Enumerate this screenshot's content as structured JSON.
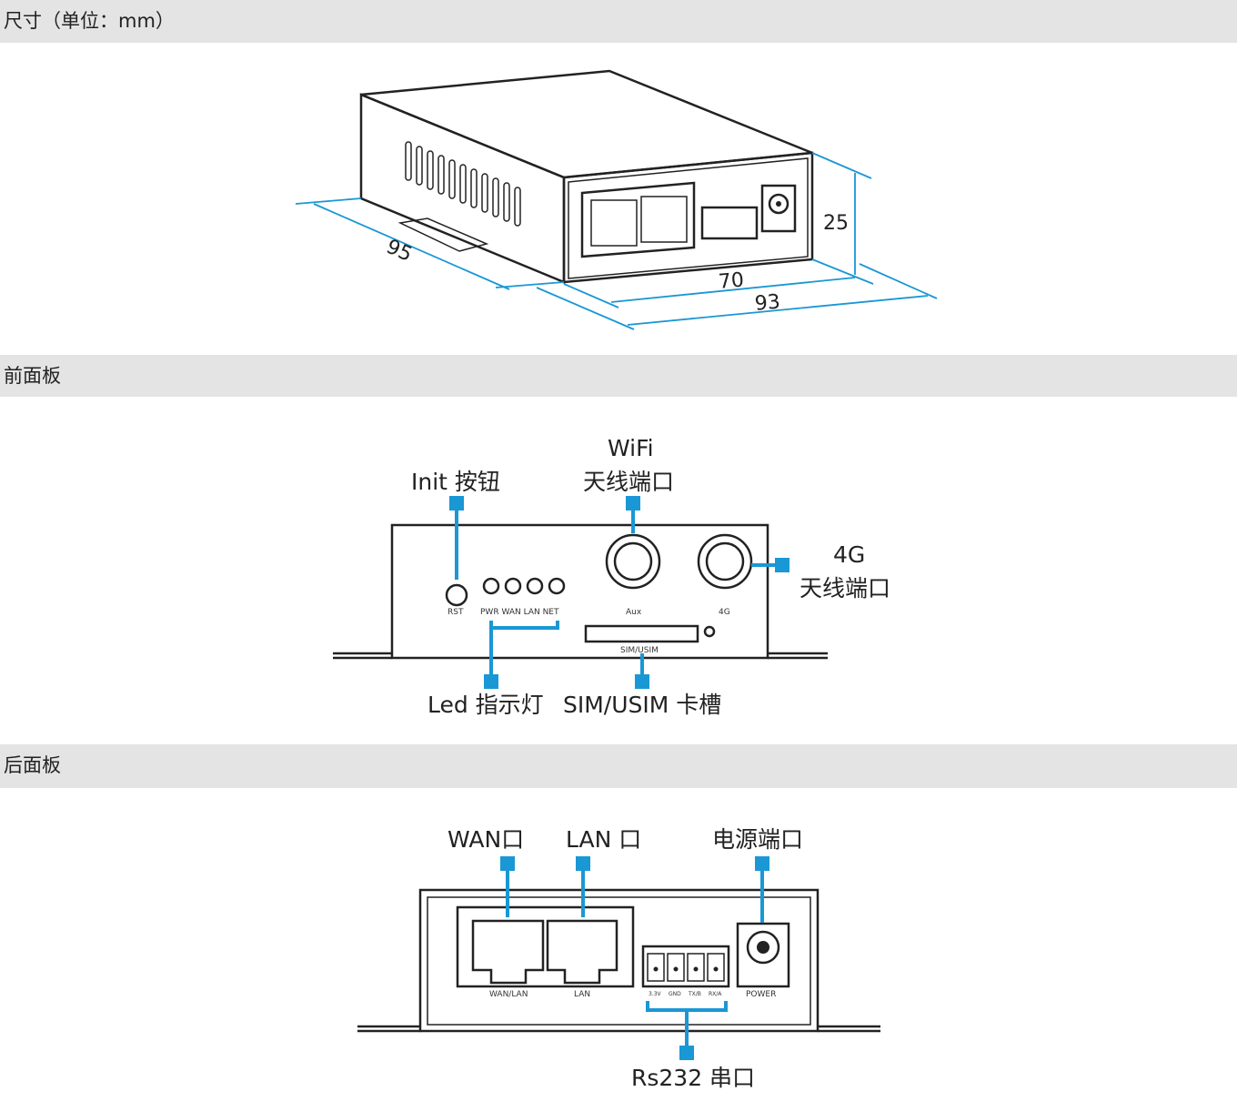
{
  "sections": {
    "dimensions": {
      "title": "尺寸（单位：mm）",
      "values": {
        "length": "95",
        "width": "70",
        "depth": "93",
        "height": "25"
      }
    },
    "front_panel": {
      "title": "前面板",
      "callouts": {
        "init": "Init 按钮",
        "wifi_line1": "WiFi",
        "wifi_line2": "天线端口",
        "g4_line1": "4G",
        "g4_line2": "天线端口",
        "led": "Led 指示灯",
        "sim": "SIM/USIM 卡槽"
      },
      "panel_labels": {
        "rst": "RST",
        "leds": "PWR WAN LAN  NET",
        "aux": "Aux",
        "g4": "4G",
        "sim": "SIM/USIM"
      }
    },
    "rear_panel": {
      "title": "后面板",
      "callouts": {
        "wan": "WAN口",
        "lan": "LAN 口",
        "power": "电源端口",
        "rs232": "Rs232 串口"
      },
      "panel_labels": {
        "wan": "WAN/LAN",
        "lan": "LAN",
        "pin1": "3.3V",
        "pin2": "GND",
        "pin3": "TX/B",
        "pin4": "RX/A",
        "power": "POWER"
      }
    }
  },
  "colors": {
    "accent": "#1a97d5",
    "header_bg": "#e4e4e4"
  }
}
